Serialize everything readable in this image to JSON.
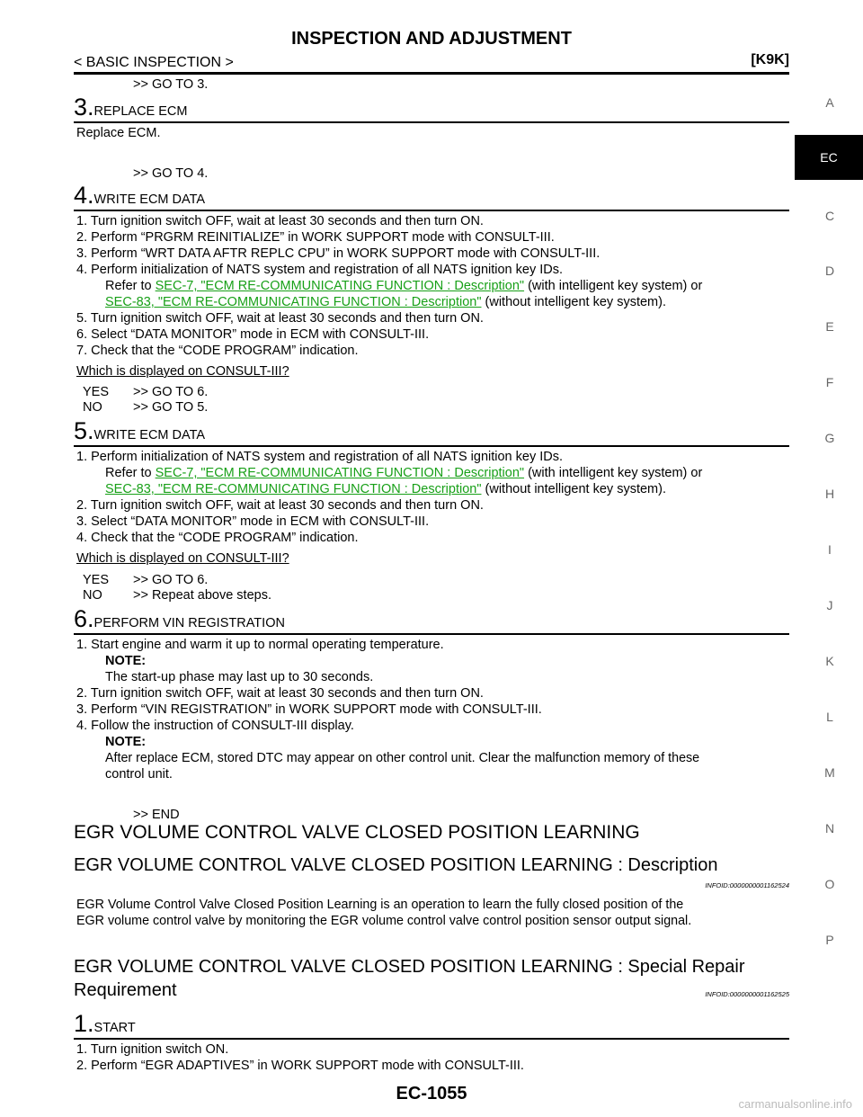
{
  "header": {
    "title": "INSPECTION AND ADJUSTMENT",
    "section": "< BASIC INSPECTION >",
    "model": "[K9K]"
  },
  "sidebar": {
    "tabs": [
      "A",
      "EC",
      "C",
      "D",
      "E",
      "F",
      "G",
      "H",
      "I",
      "J",
      "K",
      "L",
      "M",
      "N",
      "O",
      "P"
    ],
    "active": "EC"
  },
  "content": {
    "goto3": ">> GO TO 3.",
    "step3": {
      "num": "3.",
      "title": "REPLACE ECM",
      "body": "Replace ECM.",
      "result": ">> GO TO 4."
    },
    "step4": {
      "num": "4.",
      "title": "WRITE ECM DATA",
      "items": [
        "1. Turn ignition switch OFF, wait at least 30 seconds and then turn ON.",
        "2. Perform “PRGRM REINITIALIZE” in WORK SUPPORT mode with CONSULT-III.",
        "3. Perform “WRT DATA AFTR REPLC CPU” in WORK SUPPORT mode with CONSULT-III.",
        "4. Perform initialization of NATS system and registration of all NATS ignition key IDs."
      ],
      "refer_prefix": "Refer to",
      "link1": "SEC-7, \"ECM RE-COMMUNICATING FUNCTION : Description\"",
      "link1_suffix": "(with intelligent key system) or",
      "link2": "SEC-83, \"ECM RE-COMMUNICATING FUNCTION : Description\"",
      "link2_suffix": "(without intelligent key system).",
      "items2": [
        "5. Turn ignition switch OFF, wait at least 30 seconds and then turn ON.",
        "6. Select “DATA MONITOR” mode in ECM with CONSULT-III.",
        "7. Check that the “CODE PROGRAM” indication."
      ],
      "question": "Which is displayed on CONSULT-III?",
      "yes": "YES",
      "yes_result": ">> GO TO 6.",
      "no": "NO",
      "no_result": ">> GO TO 5."
    },
    "step5": {
      "num": "5.",
      "title": "WRITE ECM DATA",
      "item1": "1. Perform initialization of NATS system and registration of all NATS ignition key IDs.",
      "refer_prefix": "Refer to",
      "link1": "SEC-7, \"ECM RE-COMMUNICATING FUNCTION : Description\"",
      "link1_suffix": "(with intelligent key system) or",
      "link2": "SEC-83, \"ECM RE-COMMUNICATING FUNCTION : Description\"",
      "link2_suffix": "(without intelligent key system).",
      "items2": [
        "2. Turn ignition switch OFF, wait at least 30 seconds and then turn ON.",
        "3. Select “DATA MONITOR” mode in ECM with CONSULT-III.",
        "4. Check that the “CODE PROGRAM” indication."
      ],
      "question": "Which is displayed on CONSULT-III?",
      "yes": "YES",
      "yes_result": ">> GO TO 6.",
      "no": "NO",
      "no_result": ">> Repeat above steps."
    },
    "step6": {
      "num": "6.",
      "title": "PERFORM VIN REGISTRATION",
      "item1": "1. Start engine and warm it up to normal operating temperature.",
      "note_label": "NOTE:",
      "note1": "The start-up phase may last up to 30 seconds.",
      "item2": "2. Turn ignition switch OFF, wait at least 30 seconds and then turn ON.",
      "item3": "3. Perform “VIN REGISTRATION” in WORK SUPPORT mode with CONSULT-III.",
      "item4": "4. Follow the instruction of CONSULT-III display.",
      "note2_a": "After replace ECM, stored DTC may appear on other control unit. Clear the malfunction memory of these",
      "note2_b": "control unit.",
      "result": ">> END"
    },
    "egr_heading": "EGR VOLUME CONTROL VALVE CLOSED POSITION LEARNING",
    "egr_desc": {
      "heading": "EGR VOLUME CONTROL VALVE CLOSED POSITION LEARNING : Description",
      "infoid": "INFOID:0000000001162524",
      "para_a": "EGR Volume Control Valve Closed Position Learning is an operation to learn the fully closed position of the",
      "para_b": "EGR volume control valve by monitoring the EGR volume control valve control position sensor output signal."
    },
    "egr_req": {
      "heading_a": "EGR VOLUME CONTROL VALVE CLOSED POSITION LEARNING : Special Repair",
      "heading_b": "Requirement",
      "infoid": "INFOID:0000000001162525",
      "step_num": "1.",
      "step_title": "START",
      "item1": "1. Turn ignition switch ON.",
      "item2": "2. Perform “EGR ADAPTIVES” in WORK SUPPORT mode with CONSULT-III."
    }
  },
  "footer": {
    "page": "EC-1055"
  },
  "watermark": "carmanualsonline.info"
}
